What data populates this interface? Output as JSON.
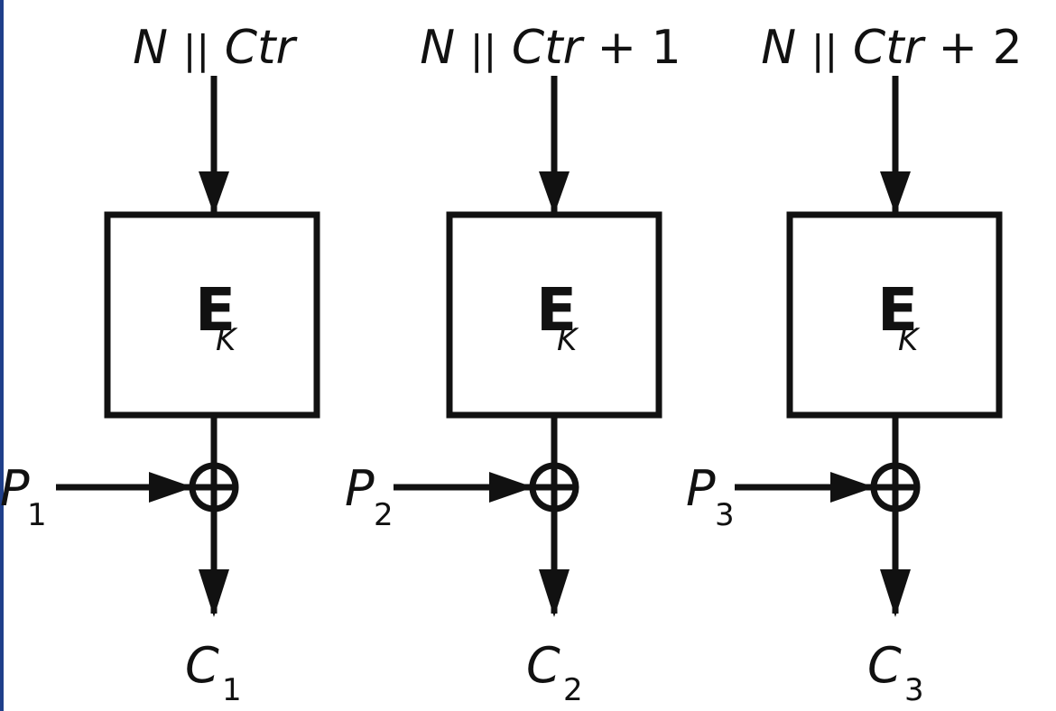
{
  "diagram": {
    "colors": {
      "stroke": "#111111",
      "background": "#ffffff",
      "edge_strip": "#1f3f8a"
    },
    "blocks": [
      {
        "input_label": {
          "n": "N",
          "sep": "||",
          "ctr": "Ctr",
          "suffix": ""
        },
        "encrypt_label": {
          "main": "E",
          "sub": "K"
        },
        "plaintext_label": {
          "main": "P",
          "sub": "1"
        },
        "ciphertext_label": {
          "main": "C",
          "sub": "1"
        },
        "xor_icon": "xor-circle-plus-icon"
      },
      {
        "input_label": {
          "n": "N",
          "sep": "||",
          "ctr": "Ctr",
          "suffix": " + 1"
        },
        "encrypt_label": {
          "main": "E",
          "sub": "K"
        },
        "plaintext_label": {
          "main": "P",
          "sub": "2"
        },
        "ciphertext_label": {
          "main": "C",
          "sub": "2"
        },
        "xor_icon": "xor-circle-plus-icon"
      },
      {
        "input_label": {
          "n": "N",
          "sep": "||",
          "ctr": "Ctr",
          "suffix": " + 2"
        },
        "encrypt_label": {
          "main": "E",
          "sub": "K"
        },
        "plaintext_label": {
          "main": "P",
          "sub": "3"
        },
        "ciphertext_label": {
          "main": "C",
          "sub": "3"
        },
        "xor_icon": "xor-circle-plus-icon"
      }
    ]
  }
}
